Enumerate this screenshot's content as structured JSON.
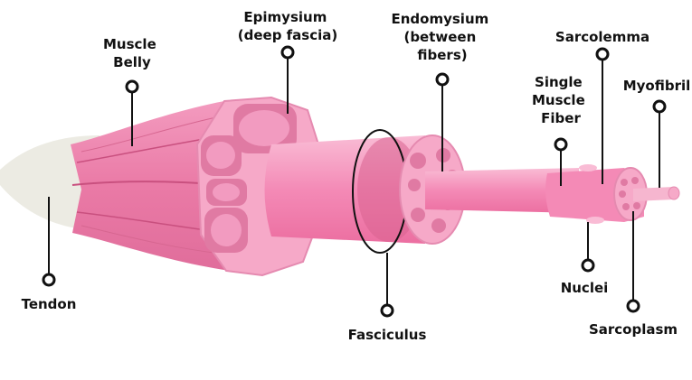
{
  "labels": {
    "muscle_belly": [
      "Muscle",
      "Belly"
    ],
    "epimysium": [
      "Epimysium",
      "(deep fascia)"
    ],
    "endomysium": [
      "Endomysium",
      "(between",
      "fibers)"
    ],
    "sarcolemma": [
      "Sarcolemma"
    ],
    "single_fiber": [
      "Single",
      "Muscle",
      "Fiber"
    ],
    "myofibril": [
      "Myofibril"
    ],
    "tendon": [
      "Tendon"
    ],
    "fasciculus": [
      "Fasciculus"
    ],
    "nuclei": [
      "Nuclei"
    ],
    "sarcoplasm": [
      "Sarcoplasm"
    ]
  },
  "colors": {
    "tendon": "#ecebe3",
    "belly": "#ea7aa6",
    "belly_stripe": "#c9507f",
    "fascicle": "#f28cb6",
    "fascicle_section": "#f6a9c8",
    "fiber_cell": "#d9638f",
    "outline": "#111111"
  }
}
